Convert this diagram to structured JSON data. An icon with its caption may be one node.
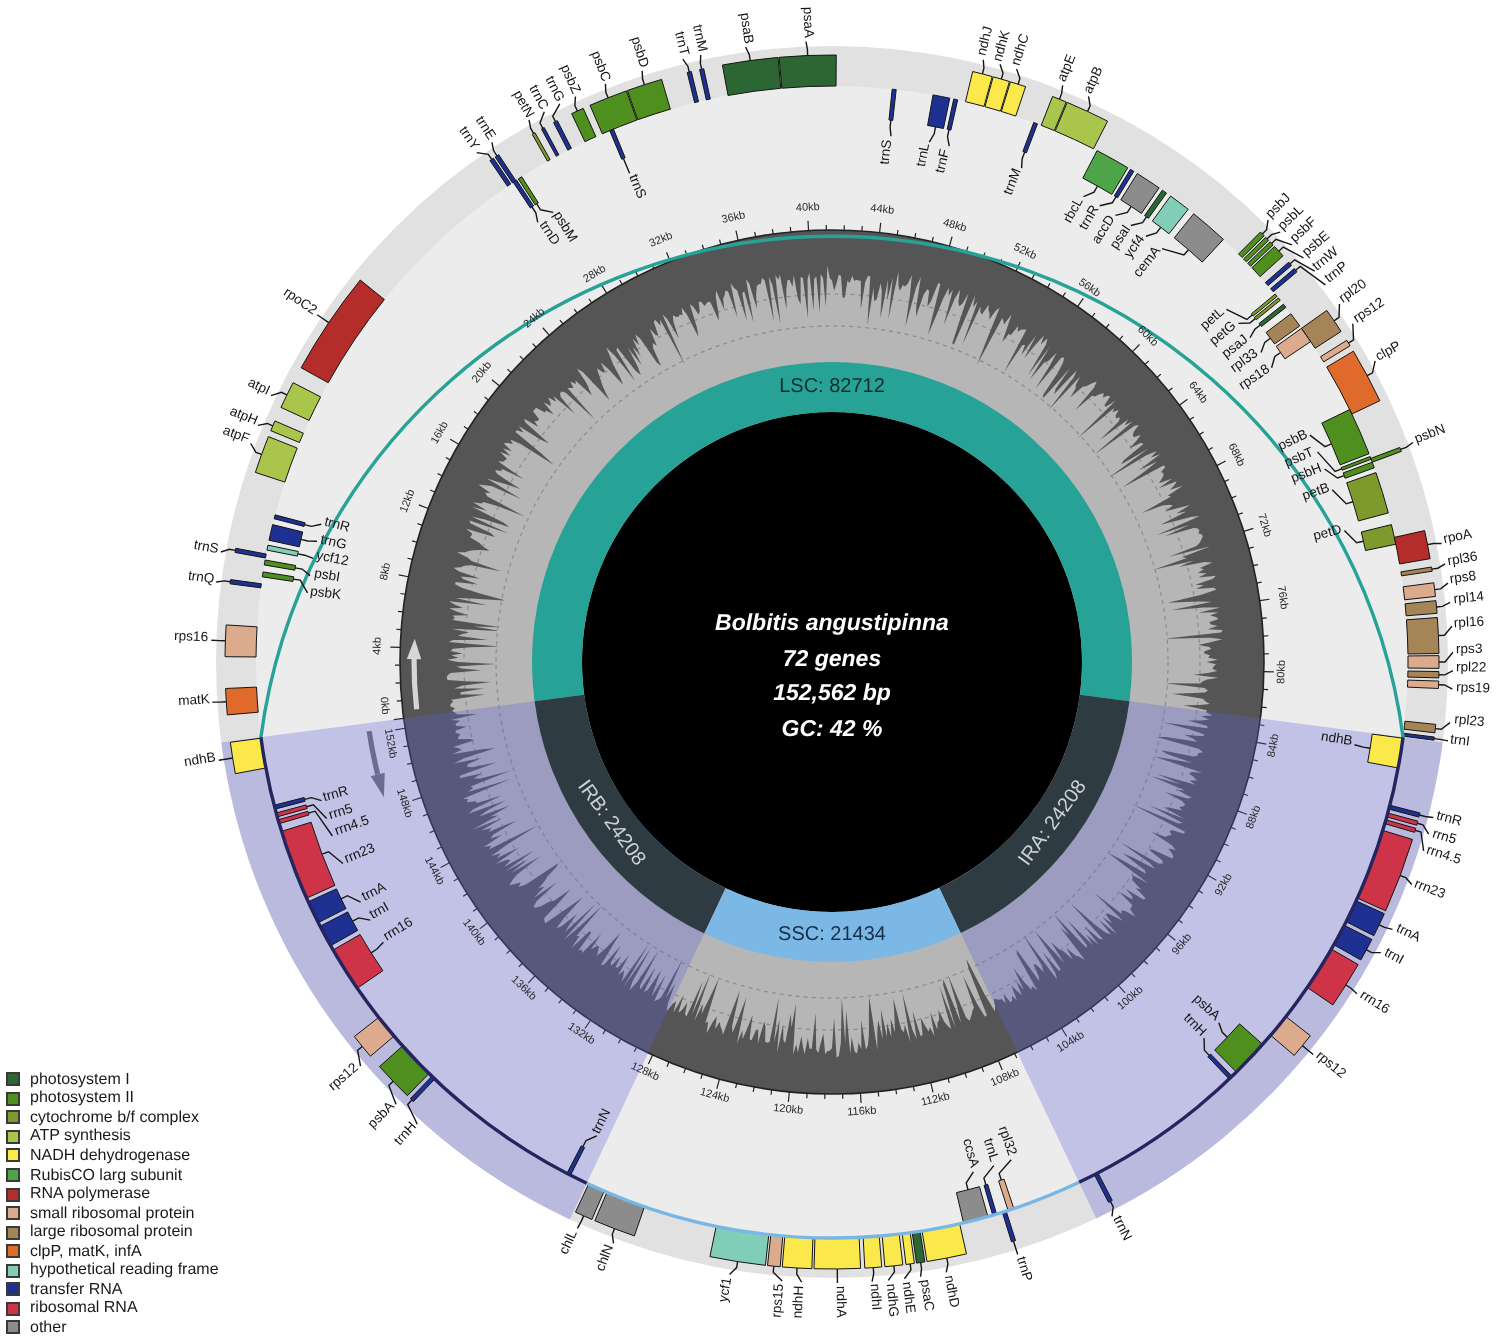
{
  "diagram": {
    "nodes": [
      {
        "text": [
          "LSC: 82712"
        ]
      },
      {
        "text": [
          "IRB: 24208"
        ]
      },
      {
        "text": [
          "IRA: 24208"
        ]
      },
      {
        "text": [
          "SSC: 21434"
        ]
      },
      {
        "text": [
          "Bolbitis angustipinna",
          "72 genes",
          "152,562 bp",
          "GC: 42 %"
        ]
      },
      {
        "text": [
          "matK"
        ]
      },
      {
        "text": [
          "rps16"
        ]
      },
      {
        "text": [
          "trnQ"
        ]
      },
      {
        "text": [
          "psbK"
        ]
      },
      {
        "text": [
          "psbI"
        ]
      },
      {
        "text": [
          "trnS"
        ]
      },
      {
        "text": [
          "ycf12"
        ]
      },
      {
        "text": [
          "trnG"
        ]
      },
      {
        "text": [
          "trnR"
        ]
      },
      {
        "text": [
          "atpF"
        ]
      },
      {
        "text": [
          "atpH"
        ]
      },
      {
        "text": [
          "atpI"
        ]
      },
      {
        "text": [
          "rpoC2"
        ]
      },
      {
        "text": [
          "trnY"
        ]
      },
      {
        "text": [
          "trnE"
        ]
      },
      {
        "text": [
          "trnD"
        ]
      },
      {
        "text": [
          "psbM"
        ]
      },
      {
        "text": [
          "petN"
        ]
      },
      {
        "text": [
          "trnC"
        ]
      },
      {
        "text": [
          "trnG"
        ]
      },
      {
        "text": [
          "psbZ"
        ]
      },
      {
        "text": [
          "psbC"
        ]
      },
      {
        "text": [
          "trnS"
        ]
      },
      {
        "text": [
          "psbD"
        ]
      },
      {
        "text": [
          "trnT"
        ]
      },
      {
        "text": [
          "trnM"
        ]
      },
      {
        "text": [
          "psaB"
        ]
      },
      {
        "text": [
          "psaA"
        ]
      },
      {
        "text": [
          "trnS"
        ]
      },
      {
        "text": [
          "trnL"
        ]
      },
      {
        "text": [
          "trnF"
        ]
      },
      {
        "text": [
          "ndhJ"
        ]
      },
      {
        "text": [
          "ndhK"
        ]
      },
      {
        "text": [
          "ndhC"
        ]
      },
      {
        "text": [
          "trnM"
        ]
      },
      {
        "text": [
          "atpE"
        ]
      },
      {
        "text": [
          "atpB"
        ]
      },
      {
        "text": [
          "rbcL"
        ]
      },
      {
        "text": [
          "trnR"
        ]
      },
      {
        "text": [
          "accD"
        ]
      },
      {
        "text": [
          "psaI"
        ]
      },
      {
        "text": [
          "ycf4"
        ]
      },
      {
        "text": [
          "cemA"
        ]
      },
      {
        "text": [
          "psbJ"
        ]
      },
      {
        "text": [
          "psbL"
        ]
      },
      {
        "text": [
          "psbF"
        ]
      },
      {
        "text": [
          "psbE"
        ]
      },
      {
        "text": [
          "trnW"
        ]
      },
      {
        "text": [
          "trnP"
        ]
      },
      {
        "text": [
          "petL"
        ]
      },
      {
        "text": [
          "petG"
        ]
      },
      {
        "text": [
          "psaJ"
        ]
      },
      {
        "text": [
          "rpl33"
        ]
      },
      {
        "text": [
          "rps18"
        ]
      },
      {
        "text": [
          "rpl20"
        ]
      },
      {
        "text": [
          "rps12"
        ]
      },
      {
        "text": [
          "clpP"
        ]
      },
      {
        "text": [
          "psbB"
        ]
      },
      {
        "text": [
          "psbT"
        ]
      },
      {
        "text": [
          "psbH"
        ]
      },
      {
        "text": [
          "psbN"
        ]
      },
      {
        "text": [
          "petB"
        ]
      },
      {
        "text": [
          "petD"
        ]
      },
      {
        "text": [
          "rpoA"
        ]
      },
      {
        "text": [
          "rpl36"
        ]
      },
      {
        "text": [
          "rps8"
        ]
      },
      {
        "text": [
          "rpl14"
        ]
      },
      {
        "text": [
          "rpl16"
        ]
      },
      {
        "text": [
          "rps3"
        ]
      },
      {
        "text": [
          "rpl22"
        ]
      },
      {
        "text": [
          "rps19"
        ]
      },
      {
        "text": [
          "rpl23"
        ]
      },
      {
        "text": [
          "trnI"
        ]
      },
      {
        "text": [
          "ndhB"
        ]
      },
      {
        "text": [
          "trnR"
        ]
      },
      {
        "text": [
          "rrn5"
        ]
      },
      {
        "text": [
          "rrn4.5"
        ]
      },
      {
        "text": [
          "rrn23"
        ]
      },
      {
        "text": [
          "trnA"
        ]
      },
      {
        "text": [
          "trnI"
        ]
      },
      {
        "text": [
          "rrn16"
        ]
      },
      {
        "text": [
          "rps12"
        ]
      },
      {
        "text": [
          "psbA"
        ]
      },
      {
        "text": [
          "trnH"
        ]
      },
      {
        "text": [
          "trnN"
        ]
      },
      {
        "text": [
          "rpl32"
        ]
      },
      {
        "text": [
          "trnP"
        ]
      },
      {
        "text": [
          "trnL"
        ]
      },
      {
        "text": [
          "ccsA"
        ]
      },
      {
        "text": [
          "ndhD"
        ]
      },
      {
        "text": [
          "psaC"
        ]
      },
      {
        "text": [
          "ndhE"
        ]
      },
      {
        "text": [
          "ndhG"
        ]
      },
      {
        "text": [
          "ndhI"
        ]
      },
      {
        "text": [
          "ndhA"
        ]
      },
      {
        "text": [
          "ndhH"
        ]
      },
      {
        "text": [
          "rps15"
        ]
      },
      {
        "text": [
          "ycf1"
        ]
      },
      {
        "text": [
          "chlN"
        ]
      },
      {
        "text": [
          "chlL"
        ]
      },
      {
        "text": [
          "trnN"
        ]
      },
      {
        "text": [
          "trnH"
        ]
      },
      {
        "text": [
          "psbA"
        ]
      },
      {
        "text": [
          "rps12"
        ]
      },
      {
        "text": [
          "rrn16"
        ]
      },
      {
        "text": [
          "trnI"
        ]
      },
      {
        "text": [
          "trnA"
        ]
      },
      {
        "text": [
          "rrn23"
        ]
      },
      {
        "text": [
          "rrn4.5"
        ]
      },
      {
        "text": [
          "rrn5"
        ]
      },
      {
        "text": [
          "trnR"
        ]
      },
      {
        "text": [
          "ndhB"
        ]
      },
      {
        "text": [],
        "shape": "bar"
      },
      {
        "text": [],
        "shape": "bar"
      },
      {
        "text": [],
        "shape": "bar"
      },
      {
        "text": [],
        "shape": "bar"
      },
      {
        "text": [],
        "shape": "bar"
      },
      {
        "text": [],
        "shape": "bar"
      },
      {
        "text": [],
        "shape": "bar"
      },
      {
        "text": [],
        "shape": "bar"
      },
      {
        "text": [],
        "shape": "bar"
      },
      {
        "text": [],
        "shape": "bar"
      },
      {
        "text": [],
        "shape": "bar"
      },
      {
        "text": [],
        "shape": "bar"
      },
      {
        "text": [],
        "shape": "bar"
      },
      {
        "text": [],
        "shape": "bar"
      },
      {
        "text": [],
        "shape": "bar"
      },
      {
        "text": [],
        "shape": "bar"
      },
      {
        "text": [],
        "shape": "bar"
      },
      {
        "text": [],
        "shape": "bar"
      },
      {
        "text": [],
        "shape": "bar"
      },
      {
        "text": [],
        "shape": "bar"
      },
      {
        "text": [],
        "shape": "bar"
      },
      {
        "text": [],
        "shape": "bar"
      },
      {
        "text": [],
        "shape": "bar"
      },
      {
        "text": [],
        "shape": "bar"
      },
      {
        "text": [],
        "shape": "bar"
      },
      {
        "text": [],
        "shape": "bar"
      },
      {
        "text": [],
        "shape": "bar"
      },
      {
        "text": [],
        "shape": "bar"
      },
      {
        "text": [],
        "shape": "bar"
      },
      {
        "text": [],
        "shape": "bar"
      },
      {
        "text": [],
        "shape": "bar"
      },
      {
        "text": [],
        "shape": "bar"
      },
      {
        "text": [],
        "shape": "bar"
      },
      {
        "text": [],
        "shape": "bar"
      },
      {
        "text": [],
        "shape": "bar"
      },
      {
        "text": [],
        "shape": "bar"
      },
      {
        "text": [],
        "shape": "bar"
      },
      {
        "text": [],
        "shape": "bar"
      },
      {
        "text": [],
        "shape": "bar"
      },
      {
        "text": [],
        "shape": "bar"
      },
      {
        "text": [],
        "shape": "bar"
      },
      {
        "text": [],
        "shape": "bar"
      },
      {
        "text": [],
        "shape": "bar"
      },
      {
        "text": [],
        "shape": "bar"
      },
      {
        "text": [],
        "shape": "bar"
      },
      {
        "text": [],
        "shape": "bar"
      },
      {
        "text": [],
        "shape": "bar"
      },
      {
        "text": [],
        "shape": "bar"
      },
      {
        "text": [],
        "shape": "bar"
      },
      {
        "text": [],
        "shape": "bar"
      },
      {
        "text": [],
        "shape": "bar"
      },
      {
        "text": [],
        "shape": "bar"
      },
      {
        "text": [],
        "shape": "bar"
      },
      {
        "text": [],
        "shape": "bar"
      },
      {
        "text": [],
        "shape": "bar"
      },
      {
        "text": [],
        "shape": "bar"
      },
      {
        "text": [],
        "shape": "bar"
      },
      {
        "text": [],
        "shape": "bar"
      },
      {
        "text": [],
        "shape": "bar"
      },
      {
        "text": [],
        "shape": "bar"
      },
      {
        "text": [],
        "shape": "bar"
      },
      {
        "text": [],
        "shape": "bar"
      },
      {
        "text": [],
        "shape": "bar"
      },
      {
        "text": [],
        "shape": "bar"
      },
      {
        "text": [],
        "shape": "bar"
      },
      {
        "text": [],
        "shape": "bar"
      },
      {
        "text": [],
        "shape": "bar"
      },
      {
        "text": [],
        "shape": "bar"
      },
      {
        "text": [],
        "shape": "bar"
      },
      {
        "text": [],
        "shape": "bar"
      },
      {
        "text": [],
        "shape": "bar"
      },
      {
        "text": [],
        "shape": "bar"
      },
      {
        "text": [],
        "shape": "bar"
      },
      {
        "text": [],
        "shape": "bar"
      },
      {
        "text": [],
        "shape": "bar"
      },
      {
        "text": [],
        "shape": "bar"
      },
      {
        "text": [],
        "shape": "bar"
      },
      {
        "text": [],
        "shape": "bar"
      },
      {
        "text": [],
        "shape": "bar"
      },
      {
        "text": [],
        "shape": "bar"
      },
      {
        "text": [],
        "shape": "bar"
      },
      {
        "text": [],
        "shape": "bar"
      },
      {
        "text": [],
        "shape": "bar"
      },
      {
        "text": [],
        "shape": "bar"
      },
      {
        "text": [],
        "shape": "bar"
      },
      {
        "text": [],
        "shape": "bar"
      },
      {
        "text": [],
        "shape": "bar"
      },
      {
        "text": [],
        "shape": "bar"
      },
      {
        "text": [],
        "shape": "bar"
      },
      {
        "text": [],
        "shape": "bar"
      },
      {
        "text": [],
        "shape": "bar"
      },
      {
        "text": [],
        "shape": "bar"
      },
      {
        "text": [],
        "shape": "bar"
      },
      {
        "text": [],
        "shape": "bar"
      },
      {
        "text": [],
        "shape": "bar"
      },
      {
        "text": [],
        "shape": "bar"
      },
      {
        "text": [],
        "shape": "bar"
      },
      {
        "text": [],
        "shape": "bar"
      },
      {
        "text": [],
        "shape": "bar"
      },
      {
        "text": [],
        "shape": "bar"
      },
      {
        "text": [],
        "shape": "bar"
      },
      {
        "text": [],
        "shape": "bar"
      },
      {
        "text": [],
        "shape": "bar"
      },
      {
        "text": [],
        "shape": "bar"
      },
      {
        "text": [],
        "shape": "bar"
      },
      {
        "text": [],
        "shape": "bar"
      },
      {
        "text": [],
        "shape": "bar"
      },
      {
        "text": [],
        "shape": "bar"
      },
      {
        "text": [],
        "shape": "bar"
      },
      {
        "text": [],
        "shape": "bar"
      },
      {
        "text": [],
        "shape": "bar"
      },
      {
        "text": [],
        "shape": "bar"
      }
    ],
    "edges": [
      {
        "from": 5,
        "to": 117,
        "arrow": "none"
      },
      {
        "from": 6,
        "to": 118,
        "arrow": "none"
      },
      {
        "from": 7,
        "to": 119,
        "arrow": "none"
      },
      {
        "from": 8,
        "to": 120,
        "arrow": "none"
      },
      {
        "from": 9,
        "to": 121,
        "arrow": "none"
      },
      {
        "from": 10,
        "to": 122,
        "arrow": "none"
      },
      {
        "from": 11,
        "to": 123,
        "arrow": "none"
      },
      {
        "from": 12,
        "to": 124,
        "arrow": "none"
      },
      {
        "from": 13,
        "to": 125,
        "arrow": "none"
      },
      {
        "from": 14,
        "to": 126,
        "arrow": "none"
      },
      {
        "from": 15,
        "to": 127,
        "arrow": "none"
      },
      {
        "from": 16,
        "to": 128,
        "arrow": "none"
      },
      {
        "from": 17,
        "to": 129,
        "arrow": "none"
      },
      {
        "from": 18,
        "to": 130,
        "arrow": "none"
      },
      {
        "from": 19,
        "to": 131,
        "arrow": "none"
      },
      {
        "from": 20,
        "to": 132,
        "arrow": "none"
      },
      {
        "from": 21,
        "to": 133,
        "arrow": "none"
      },
      {
        "from": 22,
        "to": 134,
        "arrow": "none"
      },
      {
        "from": 23,
        "to": 135,
        "arrow": "none"
      },
      {
        "from": 24,
        "to": 136,
        "arrow": "none"
      },
      {
        "from": 25,
        "to": 137,
        "arrow": "none"
      },
      {
        "from": 26,
        "to": 138,
        "arrow": "none"
      },
      {
        "from": 27,
        "to": 139,
        "arrow": "none"
      },
      {
        "from": 28,
        "to": 140,
        "arrow": "none"
      },
      {
        "from": 29,
        "to": 141,
        "arrow": "none"
      },
      {
        "from": 30,
        "to": 142,
        "arrow": "none"
      },
      {
        "from": 31,
        "to": 143,
        "arrow": "none"
      },
      {
        "from": 32,
        "to": 144,
        "arrow": "none"
      },
      {
        "from": 33,
        "to": 145,
        "arrow": "none"
      },
      {
        "from": 34,
        "to": 146,
        "arrow": "none"
      },
      {
        "from": 35,
        "to": 147,
        "arrow": "none"
      },
      {
        "from": 36,
        "to": 148,
        "arrow": "none"
      },
      {
        "from": 37,
        "to": 149,
        "arrow": "none"
      },
      {
        "from": 38,
        "to": 150,
        "arrow": "none"
      },
      {
        "from": 39,
        "to": 151,
        "arrow": "none"
      },
      {
        "from": 40,
        "to": 152,
        "arrow": "none"
      },
      {
        "from": 41,
        "to": 153,
        "arrow": "none"
      },
      {
        "from": 42,
        "to": 154,
        "arrow": "none"
      },
      {
        "from": 43,
        "to": 155,
        "arrow": "none"
      },
      {
        "from": 44,
        "to": 156,
        "arrow": "none"
      },
      {
        "from": 45,
        "to": 157,
        "arrow": "none"
      },
      {
        "from": 46,
        "to": 158,
        "arrow": "none"
      },
      {
        "from": 47,
        "to": 159,
        "arrow": "none"
      },
      {
        "from": 48,
        "to": 160,
        "arrow": "none"
      },
      {
        "from": 49,
        "to": 161,
        "arrow": "none"
      },
      {
        "from": 50,
        "to": 162,
        "arrow": "none"
      },
      {
        "from": 51,
        "to": 163,
        "arrow": "none"
      },
      {
        "from": 52,
        "to": 164,
        "arrow": "none"
      },
      {
        "from": 53,
        "to": 165,
        "arrow": "none"
      },
      {
        "from": 54,
        "to": 166,
        "arrow": "none"
      },
      {
        "from": 55,
        "to": 167,
        "arrow": "none"
      },
      {
        "from": 56,
        "to": 168,
        "arrow": "none"
      },
      {
        "from": 57,
        "to": 169,
        "arrow": "none"
      },
      {
        "from": 58,
        "to": 170,
        "arrow": "none"
      },
      {
        "from": 59,
        "to": 171,
        "arrow": "none"
      },
      {
        "from": 60,
        "to": 172,
        "arrow": "none"
      },
      {
        "from": 61,
        "to": 173,
        "arrow": "none"
      },
      {
        "from": 62,
        "to": 174,
        "arrow": "none"
      },
      {
        "from": 63,
        "to": 175,
        "arrow": "none"
      },
      {
        "from": 64,
        "to": 176,
        "arrow": "none"
      },
      {
        "from": 65,
        "to": 177,
        "arrow": "none"
      },
      {
        "from": 66,
        "to": 178,
        "arrow": "none"
      },
      {
        "from": 67,
        "to": 179,
        "arrow": "none"
      },
      {
        "from": 68,
        "to": 180,
        "arrow": "none"
      },
      {
        "from": 69,
        "to": 181,
        "arrow": "none"
      },
      {
        "from": 70,
        "to": 182,
        "arrow": "none"
      },
      {
        "from": 71,
        "to": 183,
        "arrow": "none"
      },
      {
        "from": 72,
        "to": 184,
        "arrow": "none"
      },
      {
        "from": 73,
        "to": 185,
        "arrow": "none"
      },
      {
        "from": 74,
        "to": 186,
        "arrow": "none"
      },
      {
        "from": 75,
        "to": 187,
        "arrow": "none"
      },
      {
        "from": 76,
        "to": 188,
        "arrow": "none"
      },
      {
        "from": 77,
        "to": 189,
        "arrow": "none"
      },
      {
        "from": 78,
        "to": 190,
        "arrow": "none"
      },
      {
        "from": 79,
        "to": 191,
        "arrow": "none"
      },
      {
        "from": 80,
        "to": 192,
        "arrow": "none"
      },
      {
        "from": 81,
        "to": 193,
        "arrow": "none"
      },
      {
        "from": 82,
        "to": 194,
        "arrow": "none"
      },
      {
        "from": 83,
        "to": 195,
        "arrow": "none"
      },
      {
        "from": 84,
        "to": 196,
        "arrow": "none"
      },
      {
        "from": 85,
        "to": 197,
        "arrow": "none"
      },
      {
        "from": 86,
        "to": 198,
        "arrow": "none"
      },
      {
        "from": 87,
        "to": 199,
        "arrow": "none"
      },
      {
        "from": 88,
        "to": 200,
        "arrow": "none"
      },
      {
        "from": 89,
        "to": 201,
        "arrow": "none"
      },
      {
        "from": 90,
        "to": 202,
        "arrow": "none"
      },
      {
        "from": 91,
        "to": 203,
        "arrow": "none"
      },
      {
        "from": 92,
        "to": 204,
        "arrow": "none"
      },
      {
        "from": 93,
        "to": 205,
        "arrow": "none"
      },
      {
        "from": 94,
        "to": 206,
        "arrow": "none"
      },
      {
        "from": 95,
        "to": 207,
        "arrow": "none"
      },
      {
        "from": 96,
        "to": 208,
        "arrow": "none"
      },
      {
        "from": 97,
        "to": 209,
        "arrow": "none"
      },
      {
        "from": 98,
        "to": 210,
        "arrow": "none"
      },
      {
        "from": 99,
        "to": 211,
        "arrow": "none"
      },
      {
        "from": 100,
        "to": 212,
        "arrow": "none"
      },
      {
        "from": 101,
        "to": 213,
        "arrow": "none"
      },
      {
        "from": 102,
        "to": 214,
        "arrow": "none"
      },
      {
        "from": 103,
        "to": 215,
        "arrow": "none"
      },
      {
        "from": 104,
        "to": 216,
        "arrow": "none"
      },
      {
        "from": 105,
        "to": 217,
        "arrow": "none"
      },
      {
        "from": 106,
        "to": 218,
        "arrow": "none"
      },
      {
        "from": 107,
        "to": 219,
        "arrow": "none"
      },
      {
        "from": 108,
        "to": 220,
        "arrow": "none"
      },
      {
        "from": 109,
        "to": 221,
        "arrow": "none"
      },
      {
        "from": 110,
        "to": 222,
        "arrow": "none"
      },
      {
        "from": 111,
        "to": 223,
        "arrow": "none"
      },
      {
        "from": 112,
        "to": 224,
        "arrow": "none"
      },
      {
        "from": 113,
        "to": 225,
        "arrow": "none"
      },
      {
        "from": 114,
        "to": 226,
        "arrow": "none"
      },
      {
        "from": 115,
        "to": 227,
        "arrow": "none"
      },
      {
        "from": 116,
        "to": 228,
        "arrow": "none"
      }
    ],
    "labels": [
      "0kb",
      "4kb",
      "8kb",
      "12kb",
      "16kb",
      "20kb",
      "24kb",
      "28kb",
      "32kb",
      "36kb",
      "40kb",
      "44kb",
      "48kb",
      "52kb",
      "56kb",
      "60kb",
      "64kb",
      "68kb",
      "72kb",
      "76kb",
      "80kb",
      "84kb",
      "88kb",
      "92kb",
      "96kb",
      "100kb",
      "104kb",
      "108kb",
      "112kb",
      "116kb",
      "120kb",
      "124kb",
      "128kb",
      "132kb",
      "136kb",
      "140kb",
      "144kb",
      "148kb",
      "152kb"
    ],
    "legend": [
      {
        "text": "photosystem I",
        "color": "#2b6633"
      },
      {
        "text": "photosystem II",
        "color": "#4f8f1e"
      },
      {
        "text": "cytochrome b/f complex",
        "color": "#7f9a2c"
      },
      {
        "text": "ATP synthesis",
        "color": "#a9c54c"
      },
      {
        "text": "NADH dehydrogenase",
        "color": "#fbe94b"
      },
      {
        "text": "RubisCO larg subunit",
        "color": "#4ea547"
      },
      {
        "text": "RNA polymerase",
        "color": "#b42d2b"
      },
      {
        "text": "small ribosomal protein",
        "color": "#dcab8e"
      },
      {
        "text": "large ribosomal protein",
        "color": "#a58558"
      },
      {
        "text": "clpP, matK, infA",
        "color": "#e06a2c"
      },
      {
        "text": "hypothetical reading frame",
        "color": "#82cdb8"
      },
      {
        "text": "transfer RNA",
        "color": "#1e3192"
      },
      {
        "text": "ribosomal RNA",
        "color": "#cf3348"
      },
      {
        "text": "other",
        "color": "#8c8c8c"
      }
    ]
  }
}
